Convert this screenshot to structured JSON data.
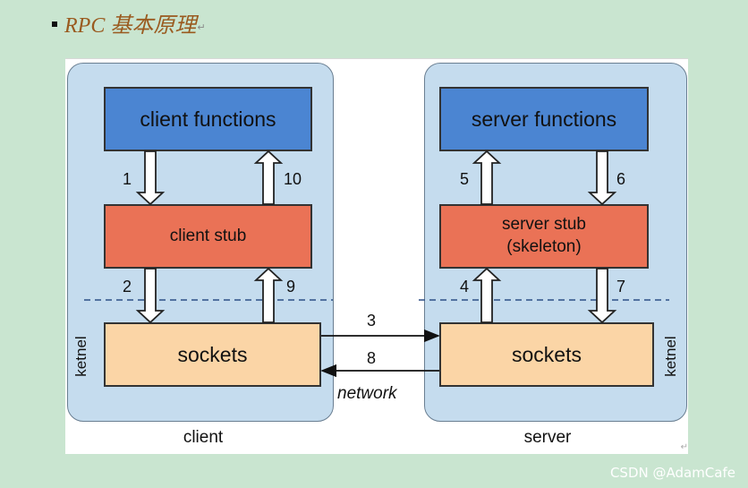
{
  "heading": {
    "title": "RPC 基本原理",
    "mark": "↵"
  },
  "diagram": {
    "client": {
      "host_label": "client",
      "functions_label": "client functions",
      "stub_label": "client stub",
      "sockets_label": "sockets",
      "kernel_label": "ketnel"
    },
    "server": {
      "host_label": "server",
      "functions_label": "server functions",
      "stub_label": "server stub\n(skeleton)",
      "sockets_label": "sockets",
      "kernel_label": "ketnel"
    },
    "steps": [
      "1",
      "2",
      "3",
      "4",
      "5",
      "6",
      "7",
      "8",
      "9",
      "10"
    ],
    "network_label": "network",
    "corner_mark": "↵"
  },
  "watermark": "CSDN @AdamCafe",
  "colors": {
    "background": "#c9e5d0",
    "host_fill": "#c5dcee",
    "functions_fill": "#4b85d2",
    "stub_fill": "#ea7256",
    "sockets_fill": "#fbd5a6",
    "kernel_divider": "#2d4f86"
  }
}
